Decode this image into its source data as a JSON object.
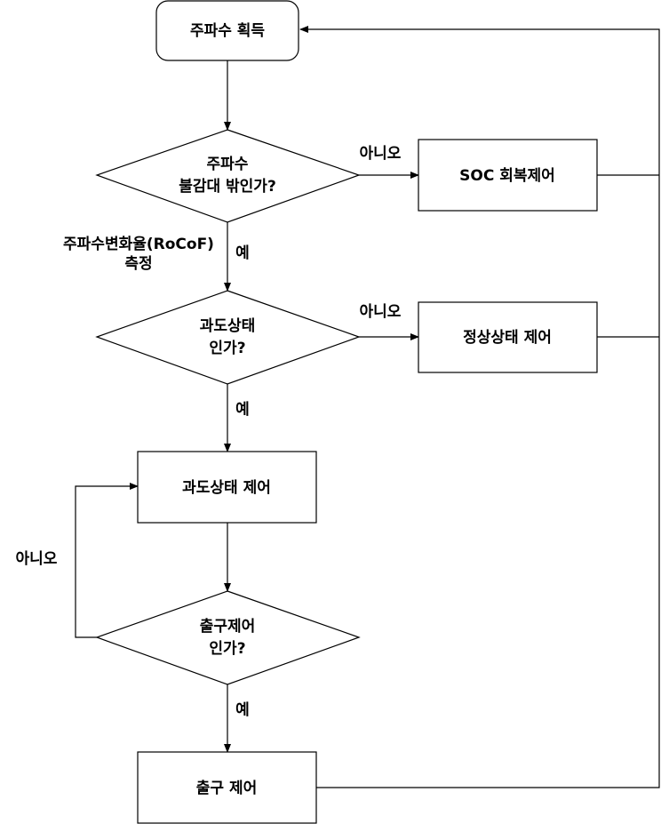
{
  "nodes": {
    "start": "주파수 획득",
    "decision1": [
      "주파수",
      "불감대 밖인가?"
    ],
    "soc_control": "SOC 회복제어",
    "decision2": [
      "과도상태",
      "인가?"
    ],
    "steady_control": "정상상태 제어",
    "transient_control": "과도상태 제어",
    "decision3": [
      "출구제어",
      "인가?"
    ],
    "exit_control": "출구 제어"
  },
  "edge_labels": {
    "no": "아니오",
    "yes": "예",
    "rocof": [
      "주파수변화율(RoCoF)",
      "측정"
    ]
  }
}
